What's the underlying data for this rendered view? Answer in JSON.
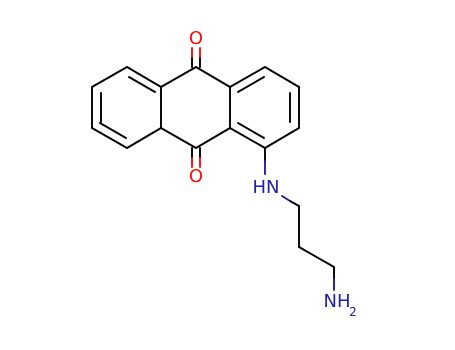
{
  "molecule": {
    "atoms": {
      "o_top": "O",
      "o_bottom": "O",
      "nh": "HN",
      "nh2_main": "NH",
      "nh2_sub": "2"
    },
    "colors": {
      "bond": "#000000",
      "oxygen": "#ff0d0d",
      "nitrogen": "#1f1fa8"
    }
  }
}
